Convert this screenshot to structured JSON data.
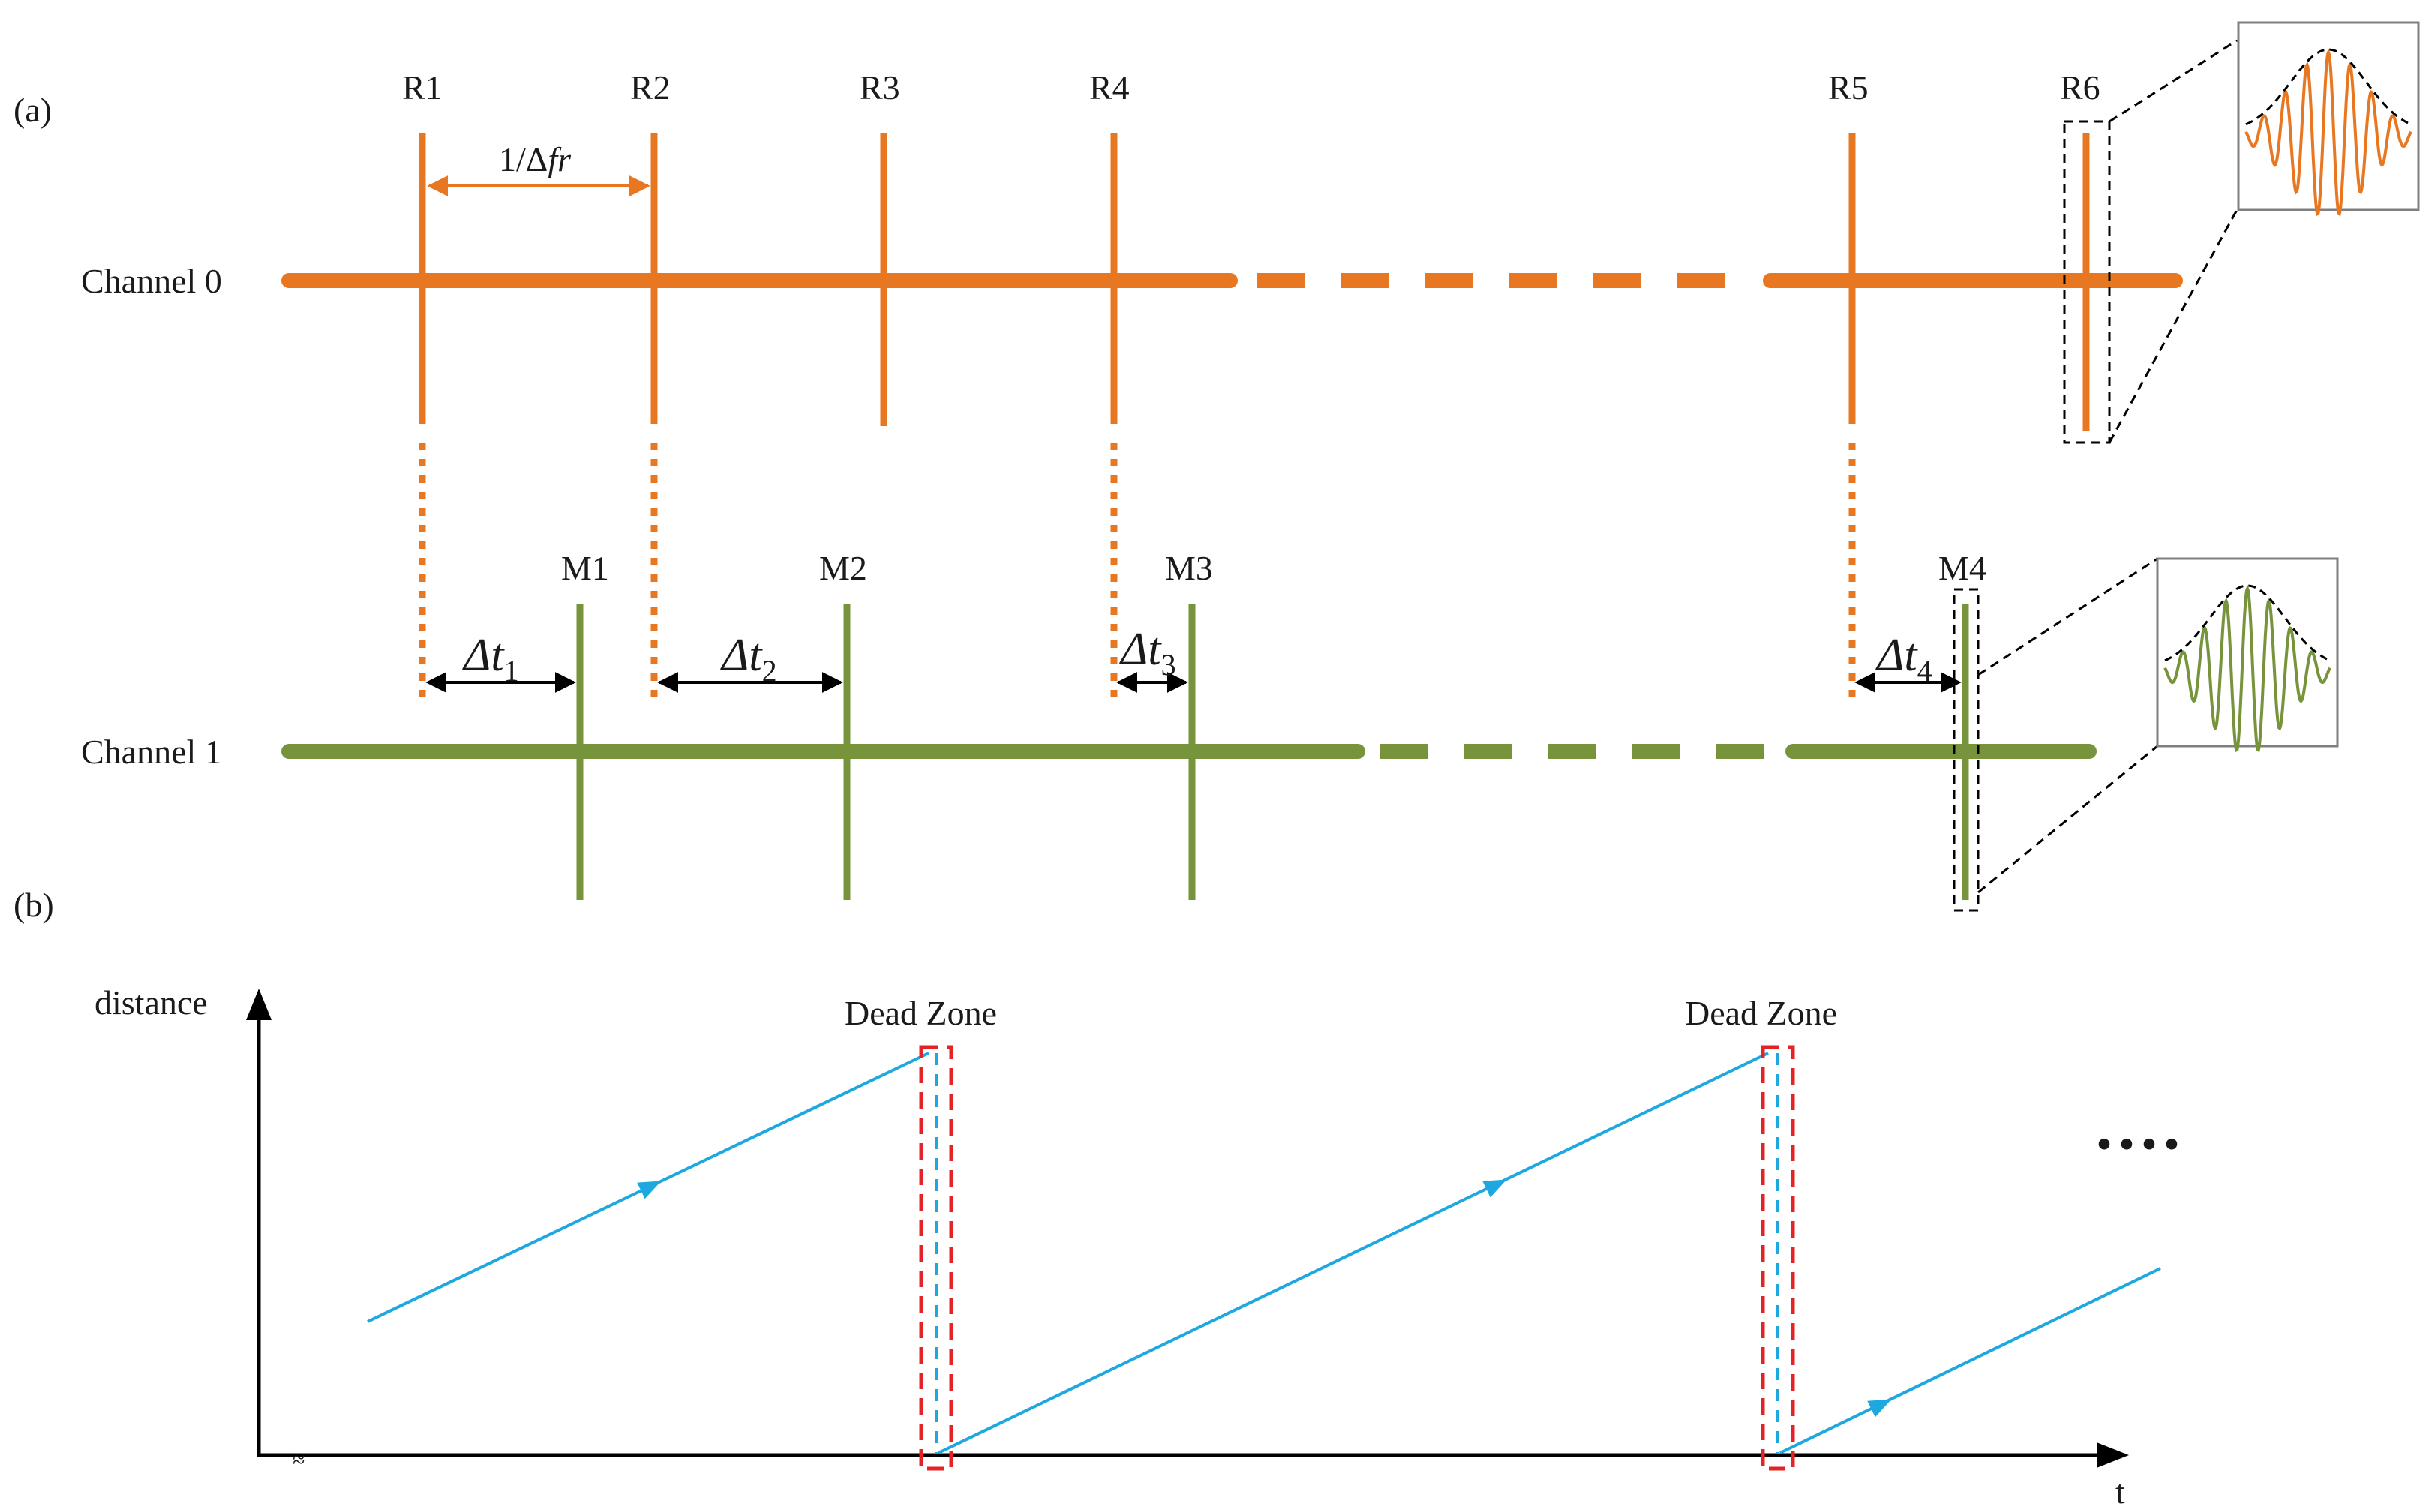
{
  "panels": {
    "a": {
      "label": "(a)"
    },
    "b": {
      "label": "(b)"
    }
  },
  "colors": {
    "reference": "#e87722",
    "measurement": "#77933c",
    "trace": "#1ea8e0",
    "dead_zone": "#e32326",
    "axis": "#000000",
    "dashed": "#000000"
  },
  "channel0": {
    "label": "Channel 0",
    "pulses": [
      "R1",
      "R2",
      "R3",
      "R4",
      "R5",
      "R6"
    ],
    "period_label_prefix": "1/Δ",
    "period_label_var": "fr"
  },
  "channel1": {
    "label": "Channel 1",
    "pulses": [
      "M1",
      "M2",
      "M3",
      "M4"
    ],
    "delays": [
      {
        "symbol": "Δt",
        "sub": "1"
      },
      {
        "symbol": "Δt",
        "sub": "2"
      },
      {
        "symbol": "Δt",
        "sub": "3"
      },
      {
        "symbol": "Δt",
        "sub": "4"
      }
    ]
  },
  "plot_b": {
    "y_label": "distance",
    "x_label": "t",
    "axis_break": "≈",
    "dead_zone_labels": [
      "Dead Zone",
      "Dead Zone"
    ],
    "continuation": "····"
  }
}
